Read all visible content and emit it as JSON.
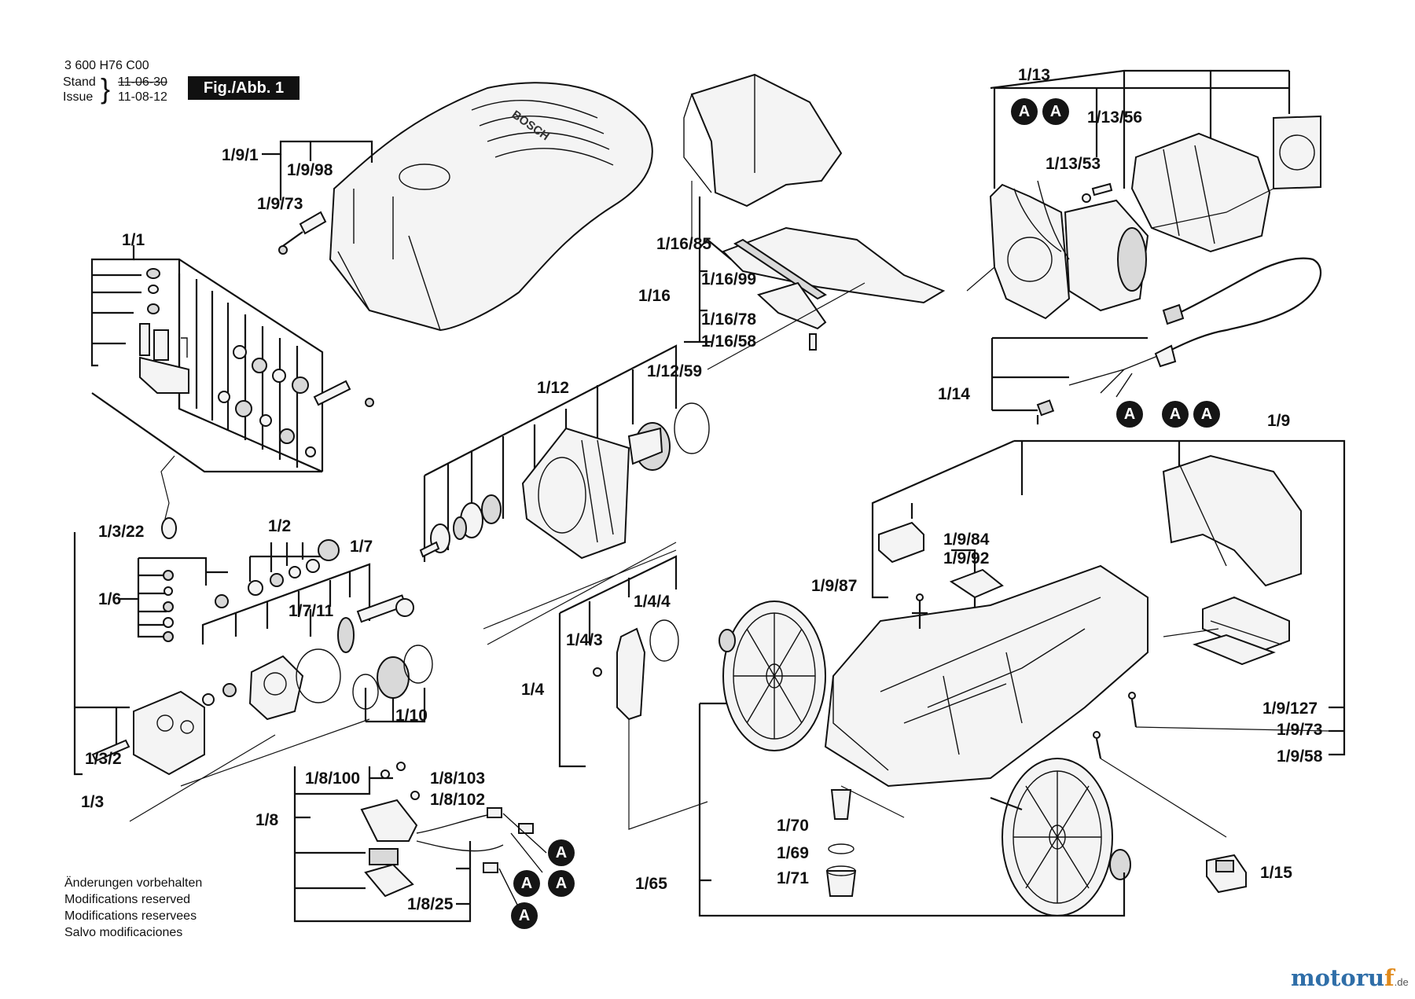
{
  "header": {
    "doc_number": "3 600 H76 C00",
    "stand_label": "Stand",
    "issue_label": "Issue",
    "stand_date": "11-06-30",
    "issue_date": "11-08-12",
    "figure_label": "Fig./Abb. 1"
  },
  "callouts": {
    "c_1_9_1": "1/9/1",
    "c_1_9_98": "1/9/98",
    "c_1_9_73_top": "1/9/73",
    "c_1_1": "1/1",
    "c_1_3_22": "1/3/22",
    "c_1_6": "1/6",
    "c_1_2": "1/2",
    "c_1_7": "1/7",
    "c_1_7_11": "1/7/11",
    "c_1_10": "1/10",
    "c_1_3_2": "1/3/2",
    "c_1_3": "1/3",
    "c_1_16_85": "1/16/85",
    "c_1_16_99": "1/16/99",
    "c_1_16": "1/16",
    "c_1_16_78": "1/16/78",
    "c_1_16_58": "1/16/58",
    "c_1_12": "1/12",
    "c_1_12_59": "1/12/59",
    "c_1_4_4": "1/4/4",
    "c_1_4_3": "1/4/3",
    "c_1_4": "1/4",
    "c_1_8_100": "1/8/100",
    "c_1_8_103": "1/8/103",
    "c_1_8_102": "1/8/102",
    "c_1_8": "1/8",
    "c_1_8_25": "1/8/25",
    "c_1_13": "1/13",
    "c_1_13_56": "1/13/56",
    "c_1_13_53": "1/13/53",
    "c_1_14": "1/14",
    "c_1_9": "1/9",
    "c_1_9_84": "1/9/84",
    "c_1_9_92": "1/9/92",
    "c_1_9_87": "1/9/87",
    "c_1_9_127": "1/9/127",
    "c_1_9_73_right": "1/9/73",
    "c_1_9_58": "1/9/58",
    "c_1_70": "1/70",
    "c_1_69": "1/69",
    "c_1_71": "1/71",
    "c_1_65": "1/65",
    "c_1_15": "1/15"
  },
  "connector_marker": "A",
  "cover_brand": "BOSCH",
  "notes": [
    "Änderungen vorbehalten",
    "Modifications reserved",
    "Modifications reservees",
    "Salvo modificaciones"
  ],
  "watermark": {
    "main": "motoru",
    "accent": "f",
    "tld": ".de"
  }
}
